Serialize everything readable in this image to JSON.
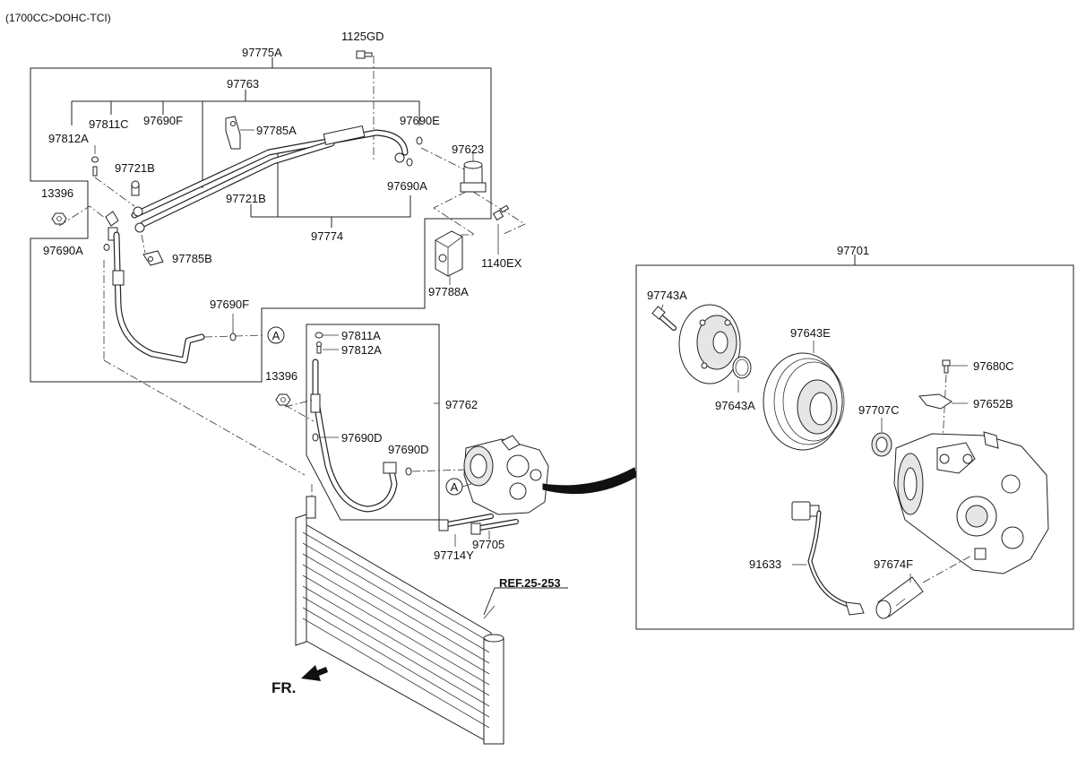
{
  "header": {
    "engine_spec": "(1700CC>DOHC-TCI)"
  },
  "labels": {
    "p97775A": "97775A",
    "p1125GD": "1125GD",
    "p97763": "97763",
    "p97811C": "97811C",
    "p97690F_top": "97690F",
    "p97785A": "97785A",
    "p97690E": "97690E",
    "p97812A_top": "97812A",
    "p97623": "97623",
    "p97721B_a": "97721B",
    "p97690A_right": "97690A",
    "p13396_top": "13396",
    "p97721B_b": "97721B",
    "p97774": "97774",
    "p97690A_left": "97690A",
    "p97785B": "97785B",
    "p1140EX": "1140EX",
    "p97788A": "97788A",
    "p97690F_mid": "97690F",
    "p97811A": "97811A",
    "p97812A_mid": "97812A",
    "p13396_mid": "13396",
    "p97762": "97762",
    "p97690D_a": "97690D",
    "p97690D_b": "97690D",
    "p97705": "97705",
    "p97714Y": "97714Y",
    "ref": "REF.25-253",
    "fr": "FR.",
    "callout_a": "A",
    "p97701": "97701",
    "p97743A": "97743A",
    "p97643E": "97643E",
    "p97643A": "97643A",
    "p97707C": "97707C",
    "p97680C": "97680C",
    "p97652B": "97652B",
    "p91633": "91633",
    "p97674F": "97674F"
  }
}
